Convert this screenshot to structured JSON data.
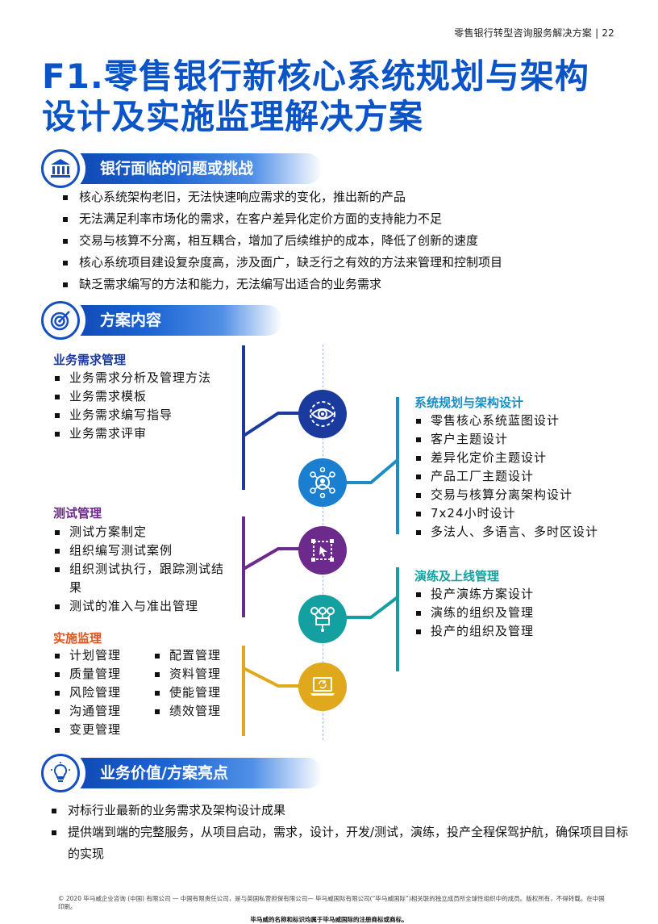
{
  "header": {
    "text": "零售银行转型咨询服务解决方案 | 22"
  },
  "title": {
    "line1": "F1.零售银行新核心系统规划与架构",
    "line2": "设计及实施监理解决方案"
  },
  "section1": {
    "title": "银行面临的问题或挑战",
    "icon": "bank-icon",
    "items": [
      "核心系统架构老旧，无法快速响应需求的变化，推出新的产品",
      "无法满足利率市场化的需求，在客户差异化定价方面的支持能力不足",
      "交易与核算不分离，相互耦合，增加了后续维护的成本，降低了创新的速度",
      "核心系统项目建设复杂度高，涉及面广，缺乏行之有效的方法来管理和控制项目",
      "缺乏需求编写的方法和能力，无法编写出适合的业务需求"
    ]
  },
  "section2": {
    "title": "方案内容",
    "icon": "target-icon",
    "business_req": {
      "title": "业务需求管理",
      "color": "#1a3a9e",
      "items": [
        "业务需求分析及管理方法",
        "业务需求模板",
        "业务需求编写指导",
        "业务需求评审"
      ]
    },
    "test_mgmt": {
      "title": "测试管理",
      "color": "#6b2a8c",
      "items": [
        "测试方案制定",
        "组织编写测试案例",
        "组织测试执行，跟踪测试结果",
        "测试的准入与准出管理"
      ]
    },
    "impl_supervision": {
      "title": "实施监理",
      "color": "#e0a81c",
      "col1": [
        "计划管理",
        "质量管理",
        "风险管理",
        "沟通管理",
        "变更管理"
      ],
      "col2": [
        "配置管理",
        "资料管理",
        "使能管理",
        "绩效管理"
      ]
    },
    "arch_design": {
      "title": "系统规划与架构设计",
      "color": "#1a8ec4",
      "items": [
        "零售核心系统蓝图设计",
        "客户主题设计",
        "差异化定价主题设计",
        "产品工厂主题设计",
        "交易与核算分离架构设计",
        "7x24小时设计",
        "多法人、多语言、多时区设计"
      ]
    },
    "drill": {
      "title": "演练及上线管理",
      "color": "#14a0a0",
      "items": [
        "投产演练方案设计",
        "演练的组织及管理",
        "投产的组织及管理"
      ]
    },
    "circle_icons": [
      "eye-gear-icon",
      "people-network-icon",
      "cursor-design-icon",
      "workflow-icon",
      "laptop-sync-icon"
    ]
  },
  "section3": {
    "title": "业务价值/方案亮点",
    "icon": "lightbulb-icon",
    "items": [
      "对标行业最新的业务需求及架构设计成果",
      "提供端到端的完整服务，从项目启动，需求，设计，开发/测试，演练，投产全程保驾护航，确保项目目标的实现"
    ]
  },
  "footer": {
    "copyright": "© 2020 毕马威企业咨询 (中国) 有限公司 — 中国有限责任公司，是与英国私营担保有限公司— 毕马威国际有限公司(“毕马威国际”)相关联的独立成员所全球性组织中的成员。版权所有，不得转载。在中国印刷。",
    "trademark": "毕马威的名称和标识均属于毕马威国际的注册商标或商标。"
  }
}
